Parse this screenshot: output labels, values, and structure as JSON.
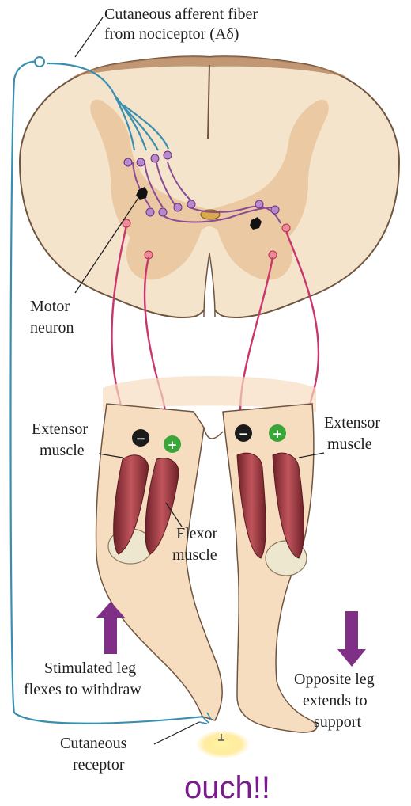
{
  "labels": {
    "afferent_line1": "Cutaneous afferent fiber",
    "afferent_line2": "from nociceptor (Aδ)",
    "motor_line1": "Motor",
    "motor_line2": "neuron",
    "ext_left_line1": "Extensor",
    "ext_left_line2": "muscle",
    "ext_right_line1": "Extensor",
    "ext_right_line2": "muscle",
    "flexor_line1": "Flexor",
    "flexor_line2": "muscle",
    "stim_line1": "Stimulated leg",
    "stim_line2": "flexes to withdraw",
    "opp_line1": "Opposite leg",
    "opp_line2": "extends to",
    "opp_line3": "support",
    "receptor_line1": "Cutaneous",
    "receptor_line2": "receptor",
    "ouch": "ouch!!"
  },
  "symbols": {
    "minus": "−",
    "plus": "+"
  },
  "colors": {
    "cord_outer": "#f5e4cc",
    "gray_matter": "#ebc9a2",
    "cord_edge": "#6f5540",
    "afferent_fiber": "#3a8fb0",
    "motor_fiber": "#c8366e",
    "interneuron": "#8a4b95",
    "arrow_purple": "#7f2f86",
    "muscle": "#a8424c",
    "skin": "#f7ddc0",
    "inhibit_badge": "#1b1b1b",
    "excite_badge": "#3aa63a",
    "ouch_text": "#7a1a8c"
  },
  "icons": [
    "inhibition-minus-icon",
    "excitation-plus-icon",
    "up-arrow-icon",
    "down-arrow-icon",
    "nociceptor-icon"
  ]
}
